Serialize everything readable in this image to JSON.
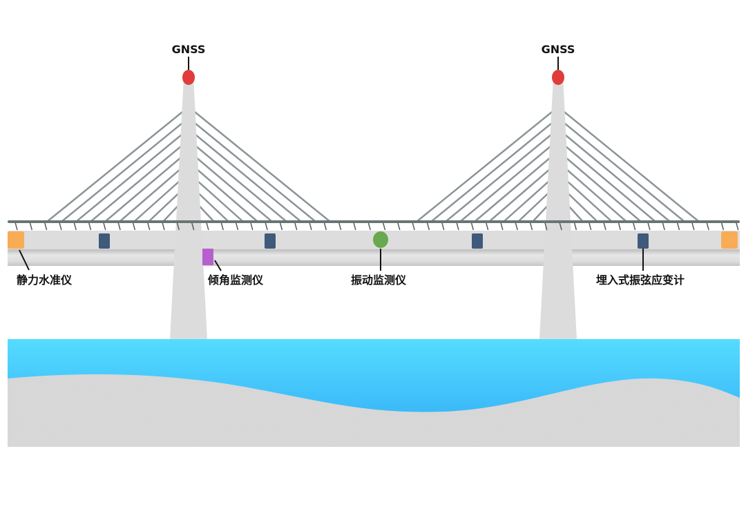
{
  "labels": {
    "gnss_left": "GNSS",
    "gnss_right": "GNSS",
    "static_level": "静力水准仪",
    "inclinometer": "倾角监测仪",
    "vibration": "振动监测仪",
    "strain_gauge": "埋入式振弦应变计"
  },
  "colors": {
    "gnss": "#e03c3c",
    "static_level": "#f7ac55",
    "strain_gauge": "#3f5a7a",
    "vibration": "#6aa84f",
    "inclinometer": "#b85fd0",
    "water_top": "#55dcff",
    "water_bottom": "#2fa9f6",
    "tower": "#dcdcdc",
    "cable": "#8a9496"
  }
}
